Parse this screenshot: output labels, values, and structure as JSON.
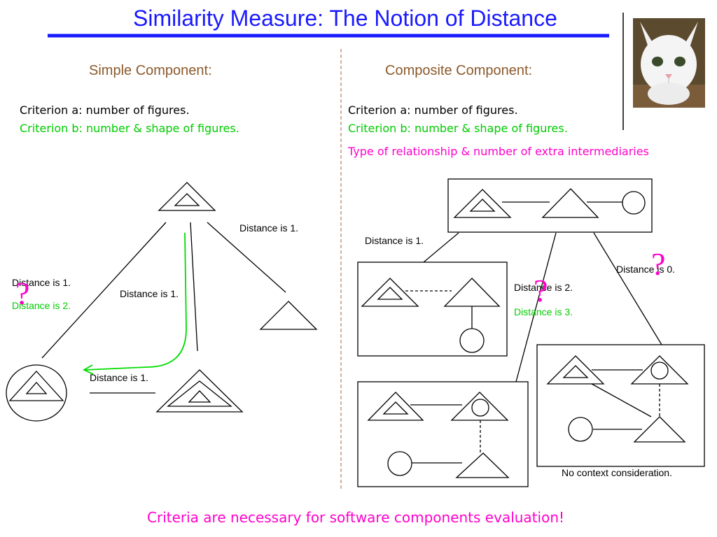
{
  "title": "Similarity Measure: The Notion of Distance",
  "left": {
    "heading": "Simple Component:",
    "criterion_a": "Criterion a: number of figures.",
    "criterion_b": "Criterion b: number & shape of figures.",
    "labels": {
      "d1_top_right": "Distance is 1.",
      "d1_left": "Distance is 1.",
      "d2_left": "Distance is 2.",
      "d1_middle": "Distance is 1.",
      "d1_bottom": "Distance is 1."
    },
    "question": "?"
  },
  "right": {
    "heading": "Composite Component:",
    "criterion_a": "Criterion a: number of figures.",
    "criterion_b": "Criterion b: number & shape of figures.",
    "relationship": "Type of relationship & number of extra intermediaries",
    "labels": {
      "d1": "Distance is 1.",
      "d0": "Distance is 0.",
      "d2": "Distance is 2.",
      "d3": "Distance is 3.",
      "no_context": "No context consideration."
    },
    "question": "?"
  },
  "footer": "Criteria are necessary for software components evaluation!",
  "colors": {
    "title": "#1a1aff",
    "heading": "#8b5a2b",
    "green": "#00cc00",
    "magenta": "#ff00cc"
  }
}
